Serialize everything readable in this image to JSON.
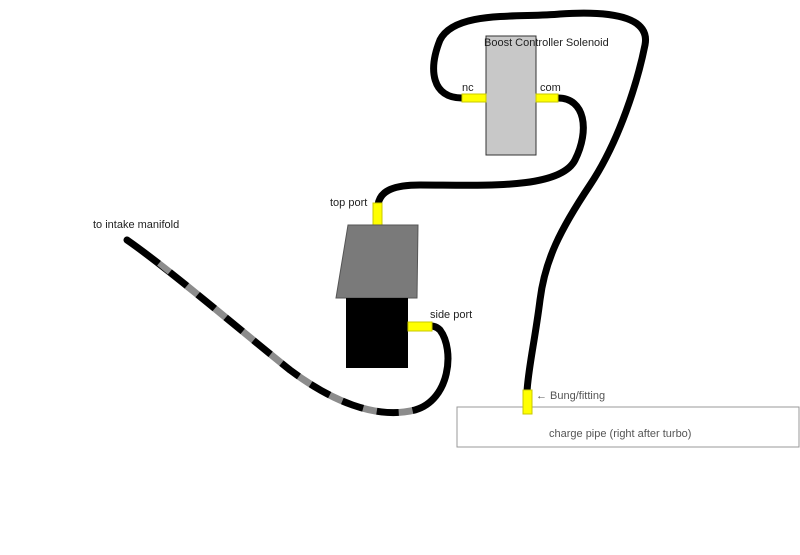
{
  "diagram": {
    "solenoid": {
      "title": "Boost Controller Solenoid",
      "nc_label": "nc",
      "com_label": "com"
    },
    "wastegate": {
      "top_port_label": "top port",
      "side_port_label": "side port"
    },
    "intake_label": "to intake manifold",
    "charge_pipe_label": "charge pipe (right after turbo)",
    "bung_label": "← Bung/fitting",
    "colors": {
      "hose": "#000000",
      "fitting": "#ffff00",
      "solenoid_body": "#c8c8c8",
      "actuator_top": "#7a7a7a",
      "actuator_base": "#000000"
    }
  }
}
